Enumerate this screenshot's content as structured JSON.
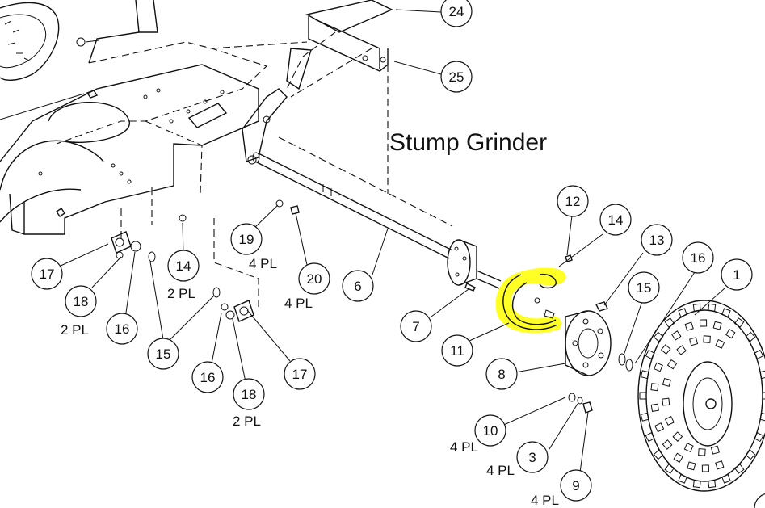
{
  "title": "Stump Grinder",
  "highlight_color": "#ffff00",
  "callouts": {
    "c1": "1",
    "c3": "3",
    "c6": "6",
    "c7": "7",
    "c8": "8",
    "c9": "9",
    "c10": "10",
    "c11": "11",
    "c12": "12",
    "c13": "13",
    "c14a": "14",
    "c14b": "14",
    "c15a": "15",
    "c15b": "15",
    "c16a": "16",
    "c16b": "16",
    "c16c": "16",
    "c17a": "17",
    "c17b": "17",
    "c18a": "18",
    "c18b": "18",
    "c19": "19",
    "c20": "20",
    "c24": "24",
    "c25": "25"
  },
  "quantities": {
    "q18a": "2 PL",
    "q14": "2 PL",
    "q19": "4 PL",
    "q20": "4 PL",
    "q18b": "2 PL",
    "q10": "4 PL",
    "q3": "4 PL",
    "q9": "4 PL"
  }
}
